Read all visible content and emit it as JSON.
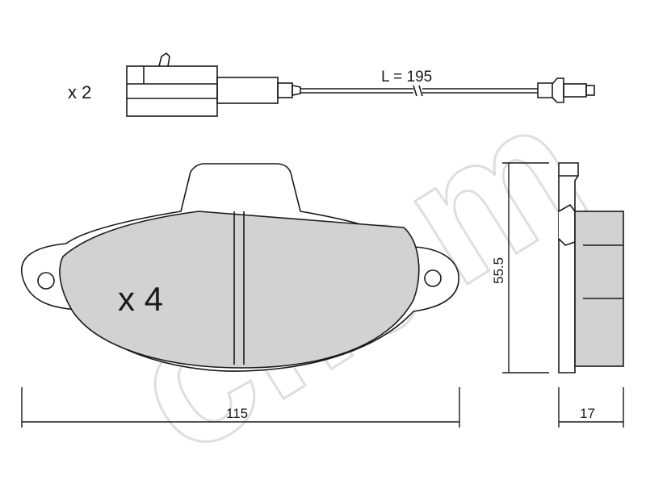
{
  "labels": {
    "wire_qty": "x 2",
    "wire_length": "L = 195",
    "pad_qty": "x 4",
    "width_dim": "115",
    "height_dim": "55.5",
    "thickness_dim": "17"
  },
  "watermark": {
    "text": "cifam"
  },
  "colors": {
    "line": "#1a1a1a",
    "pad_fill": "#d2d2d2",
    "background": "#ffffff"
  }
}
